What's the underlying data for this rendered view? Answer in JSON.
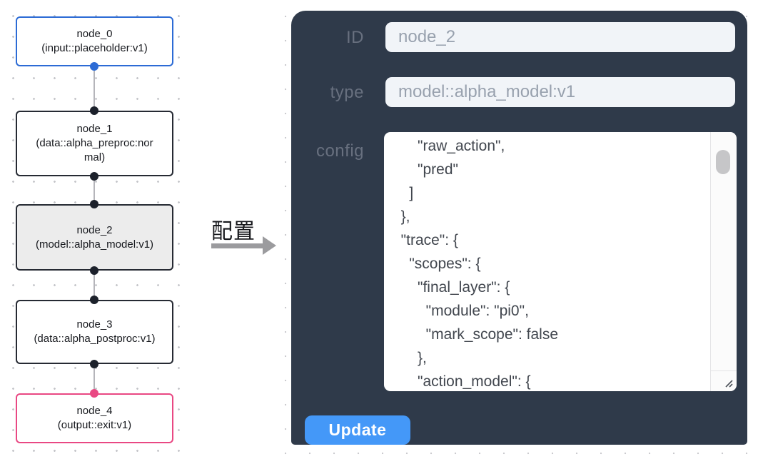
{
  "flow": {
    "nodes": [
      {
        "name": "node_0",
        "type_label": "(input::placeholder:v1)",
        "variant": "input"
      },
      {
        "name": "node_1",
        "type_label": "(data::alpha_preproc:normal)",
        "variant": "default"
      },
      {
        "name": "node_2",
        "type_label": "(model::alpha_model:v1)",
        "variant": "selected"
      },
      {
        "name": "node_3",
        "type_label": "(data::alpha_postproc:v1)",
        "variant": "default"
      },
      {
        "name": "node_4",
        "type_label": "(output::exit:v1)",
        "variant": "output"
      }
    ],
    "colors": {
      "input_accent": "#2c6bd5",
      "output_accent": "#e94883",
      "node_border": "#262a33",
      "selected_fill": "#ececec",
      "edge": "#b5b5ba"
    }
  },
  "transfer": {
    "label": "配置",
    "arrow_icon": "right-arrow"
  },
  "inspector": {
    "id_label": "ID",
    "id_value": "node_2",
    "type_label": "type",
    "type_value": "model::alpha_model:v1",
    "config_label": "config",
    "config_text": "      \"raw_action\",\n      \"pred\"\n    ]\n  },\n  \"trace\": {\n    \"scopes\": {\n      \"final_layer\": {\n        \"module\": \"pi0\",\n        \"mark_scope\": false\n      },\n      \"action_model\": {",
    "update_label": "Update",
    "colors": {
      "panel_bg": "#2f3a4a",
      "button_bg": "#4498f8",
      "label_text": "#68707f",
      "field_bg": "#f1f4f8",
      "field_text": "#98a1ae"
    }
  }
}
